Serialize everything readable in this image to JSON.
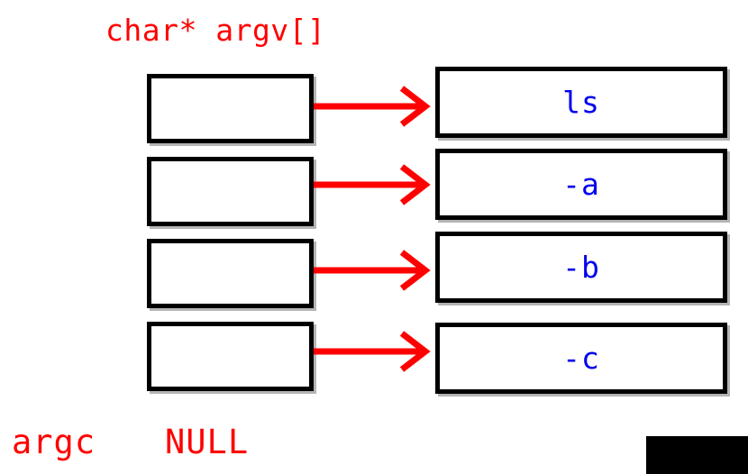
{
  "diagram": {
    "title_label": "char* argv[]",
    "bottom_labels": {
      "argc": "argc",
      "null": "NULL"
    },
    "colors": {
      "label_red": "#ff0000",
      "string_blue": "#0000ee",
      "border_black": "#000000",
      "arrow_red": "#ff0000",
      "background": "#ffffff",
      "block_black": "#000000"
    },
    "argv_cells": [
      {
        "index": 0,
        "value": ""
      },
      {
        "index": 1,
        "value": ""
      },
      {
        "index": 2,
        "value": ""
      },
      {
        "index": 3,
        "value": ""
      }
    ],
    "string_cells": [
      {
        "index": 0,
        "value": "ls"
      },
      {
        "index": 1,
        "value": "-a"
      },
      {
        "index": 2,
        "value": "-b"
      },
      {
        "index": 3,
        "value": "-c"
      }
    ],
    "arrows": [
      {
        "index": 0,
        "from": "argv-cell-0",
        "to": "string-cell-0"
      },
      {
        "index": 1,
        "from": "argv-cell-1",
        "to": "string-cell-1"
      },
      {
        "index": 2,
        "from": "argv-cell-2",
        "to": "string-cell-2"
      },
      {
        "index": 3,
        "from": "argv-cell-3",
        "to": "string-cell-3"
      }
    ]
  }
}
